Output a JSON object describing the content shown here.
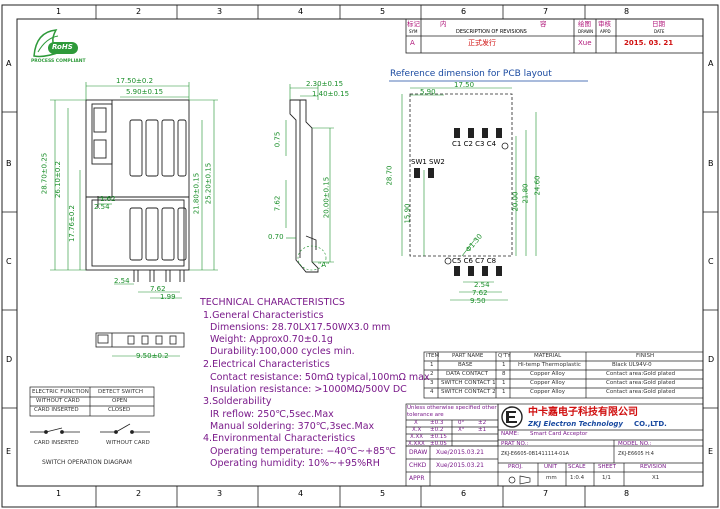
{
  "border": {
    "cols": [
      "1",
      "2",
      "3",
      "4",
      "5",
      "6",
      "7",
      "8"
    ],
    "rows": [
      "A",
      "B",
      "C",
      "D",
      "E"
    ]
  },
  "logo": {
    "badge_text": "RoHS",
    "caption": "PROCESS COMPLIANT"
  },
  "revision_table": {
    "headers": {
      "mark_cn": "标记",
      "mark_en": "SYM",
      "desc_cn_1": "内",
      "desc_cn_2": "容",
      "desc_en": "DESCRIPTION OF REVISIONS",
      "draw_cn": "绘图",
      "draw_en": "DRAWN",
      "appd_cn": "审核",
      "appd_en": "APPD",
      "date_cn": "日期",
      "date_en": "DATE"
    },
    "row": {
      "symbol": "A",
      "desc": "正式发行",
      "drawn": "Xue",
      "date": "2015. 03. 21"
    }
  },
  "top_view": {
    "dims": {
      "width_total": "17.50±0.2",
      "offset": "5.90±0.15",
      "height_total": "28.70±0.25",
      "h1": "26.10±0.2",
      "h2": "17.76±0.2",
      "h3": "21.80±0.15",
      "h4": "25.20±0.15",
      "small_1": "1.62",
      "small_2": "2.54",
      "pitch_1": "2.54",
      "pitch_2": "7.62",
      "pitch_3": "1.99"
    }
  },
  "side_view": {
    "dims": {
      "top_w": "2.30±0.15",
      "top_w2": "1.40±0.15",
      "d1": "0.75",
      "d2": "7.62",
      "d3": "0.70",
      "height": "20.00±0.15"
    },
    "detail_label": "\"A\""
  },
  "pcb_layout": {
    "title": "Reference dimension for PCB layout",
    "dims": {
      "width": "17.50",
      "offset": "5.90",
      "height": "28.70",
      "left_h": "15.90",
      "r1": "20.00",
      "r2": "21.80",
      "r3": "24.60",
      "hole": "Φ1.30",
      "bottom_1": "2.54",
      "bottom_2": "7.62",
      "bottom_3": "9.50"
    },
    "labels": {
      "c_top": "C1  C2  C3  C4",
      "sw": "SW1  SW2",
      "c_bottom": "C5  C6  C7  C8"
    }
  },
  "front_view": {
    "dim": "9.50±0.2"
  },
  "switch_table": {
    "headers": [
      "ELECTRIC FUNCTION",
      "DETECT SWITCH"
    ],
    "rows": [
      [
        "WITHOUT CARD",
        "OPEN"
      ],
      [
        "CARD INSERTED",
        "CLOSED"
      ]
    ],
    "card_inserted": "CARD INSERTED",
    "without_card": "WITHOUT CARD",
    "caption": "SWITCH OPERATION DIAGRAM"
  },
  "tech": {
    "title": "TECHNICAL CHARACTERISTICS",
    "s1": "1.General Characteristics",
    "s1_l1": "Dimensions: 28.70LX17.50WX3.0 mm",
    "s1_l2": "Weight: Approx0.70±0.1g",
    "s1_l3": "Durability:100,000 cycles min.",
    "s2": "2.Electrical Characteristics",
    "s2_l1": "Contact resistance: 50mΩ typical,100mΩ max",
    "s2_l2": "Insulation resistance: >1000MΩ/500V DC",
    "s3": "3.Solderability",
    "s3_l1": "IR reflow: 250℃,5sec.Max",
    "s3_l2": "Manual soldering: 370℃,3sec.Max",
    "s4": "4.Environmental Characteristics",
    "s4_l1": "Operating temperature: −40℃~+85℃",
    "s4_l2": "Operating humidity: 10%~+95%RH"
  },
  "bom": {
    "headers": [
      "ITEM",
      "PART NAME",
      "Q'TY",
      "MATERIAL",
      "FINISH"
    ],
    "rows": [
      [
        "1",
        "BASE",
        "1",
        "Hi-temp Thermoplastic",
        "Black UL94V-0"
      ],
      [
        "2",
        "DATA CONTACT",
        "8",
        "Copper Alloy",
        "Contact area:Gold plated"
      ],
      [
        "3",
        "SWITCH CONTACT 1",
        "1",
        "Copper Alloy",
        "Contact area:Gold plated"
      ],
      [
        "4",
        "SWITCH CONTACT 2",
        "1",
        "Copper Alloy",
        "Contact area:Gold plated"
      ]
    ]
  },
  "tolerance": {
    "header": "Unless otherwise specified other tolerance are",
    "rows": [
      [
        "X",
        "±0.3",
        "0°",
        "±2"
      ],
      [
        "X.X",
        "±0.2",
        "X°",
        "±1"
      ],
      [
        "X.XX",
        "±0.15",
        "",
        ""
      ],
      [
        "X.XXX",
        "±0.05",
        "",
        ""
      ]
    ]
  },
  "title_block": {
    "company_cn": "中卡嘉电子科技有限公司",
    "company_en": "ZKJ Electron Technology",
    "company_suffix": "CO.,LTD.",
    "name_label": "NAME:",
    "name_value": "Smart Card Acceptor",
    "prat_label": "PRAT NO.:",
    "prat_value": "ZKJ-E6605-0B1411114-01A",
    "model_label": "MODEL NO.:",
    "model_value": "ZKJ-E6605 H:4",
    "draw_label": "DRAW",
    "draw_value": "Xue/2015.03.21",
    "chkd_label": "CHKD",
    "chkd_value": "Xue/2015.03.21",
    "appr_label": "APPR",
    "proj_label": "PROJ.",
    "unit_label": "UNIT",
    "unit_value": "mm",
    "scale_label": "SCALE",
    "scale_value": "1:0.4",
    "sheet_label": "SHEET",
    "sheet_value": "1/1",
    "rev_label": "REVISION",
    "rev_value": "X1"
  },
  "colors": {
    "frame": "#222222",
    "dimension": "#1b8f2a",
    "pcb_title": "#1a4aa0",
    "text_magenta": "#7a1a8a",
    "accent_red": "#d01010",
    "logo_green": "#2e9a3a"
  }
}
